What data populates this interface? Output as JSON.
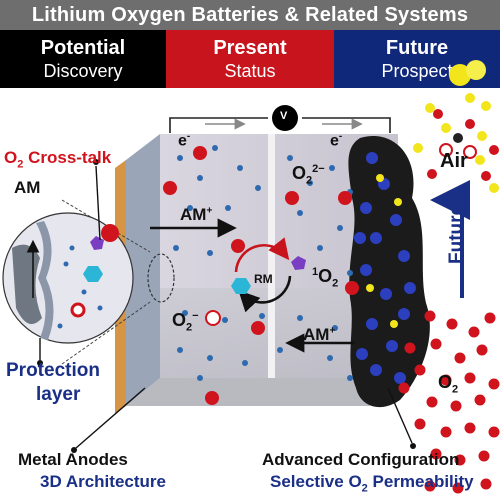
{
  "banner": {
    "title": "Lithium Oxygen Batteries & Related Systems"
  },
  "tabs": [
    {
      "title": "Potential",
      "subtitle": "Discovery"
    },
    {
      "title": "Present",
      "subtitle": "Status"
    },
    {
      "title": "Future",
      "subtitle": "Prospect"
    }
  ],
  "labels": {
    "electron": "e",
    "electron_sup": "-",
    "voltmeter": "V",
    "o2_crosstalk_main": "O",
    "o2_crosstalk_sub": "2",
    "o2_crosstalk_rest": " Cross-talk",
    "am_left": "AM",
    "am_plus_top": "AM",
    "am_plus_sup": "+",
    "am_plus_bottom": "AM",
    "peroxide": "O",
    "peroxide_sub": "2",
    "peroxide_sup": "2−",
    "superoxide": "O",
    "superoxide_sub": "2",
    "superoxide_sup": "−",
    "singlet_sup": "1",
    "singlet": "O",
    "singlet_sub": "2",
    "rm": "RM",
    "air": "Air",
    "o2": "O",
    "o2_sub": "2",
    "future_arrow": "Future",
    "protection_line1": "Protection",
    "protection_line2": "layer",
    "metal_anodes": "Metal Anodes",
    "architecture": "3D Architecture",
    "advanced": "Advanced Configuration",
    "selective_a": "Selective O",
    "selective_sub": "2",
    "selective_b": " Permeability"
  },
  "colors": {
    "banner": "#6e6e6e",
    "potential": "#000000",
    "present": "#c8141d",
    "future": "#10287a",
    "accent_red": "#d0141e",
    "accent_blue": "#1a2f86"
  }
}
